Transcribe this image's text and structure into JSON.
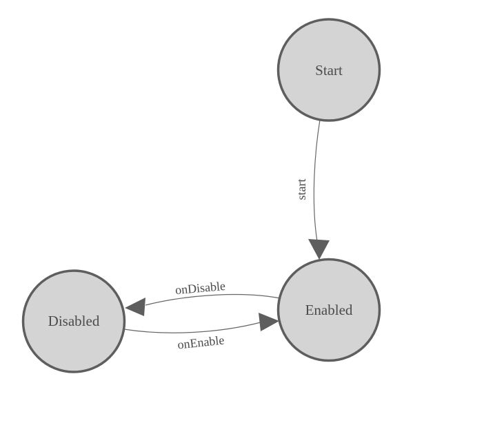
{
  "diagram": {
    "type": "state-machine",
    "colors": {
      "background": "#ffffff",
      "node_fill": "#d4d4d4",
      "node_stroke": "#5e5e5e",
      "edge_line": "#666666",
      "arrowhead": "#5e5e5e",
      "text": "#4b4b4b"
    },
    "nodes": [
      {
        "id": "start",
        "label": "Start"
      },
      {
        "id": "enabled",
        "label": "Enabled"
      },
      {
        "id": "disabled",
        "label": "Disabled"
      }
    ],
    "edges": [
      {
        "from": "Start",
        "to": "Enabled",
        "label": "start"
      },
      {
        "from": "Enabled",
        "to": "Disabled",
        "label": "onDisable"
      },
      {
        "from": "Disabled",
        "to": "Enabled",
        "label": "onEnable"
      }
    ]
  }
}
